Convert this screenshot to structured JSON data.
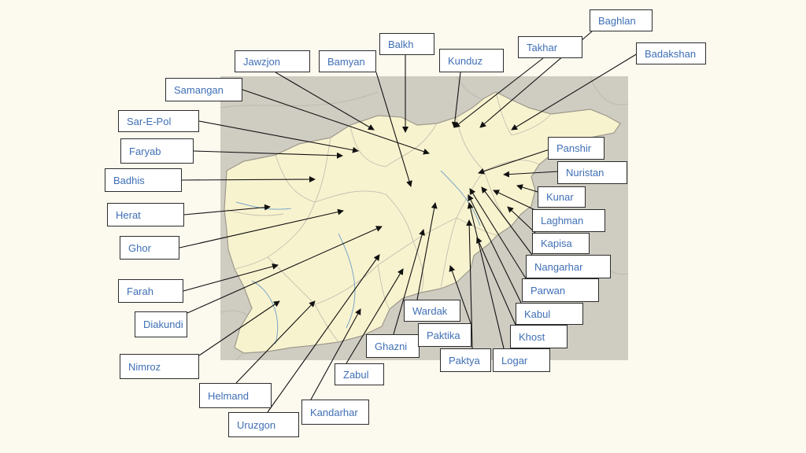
{
  "map": {
    "colors": {
      "background": "#fcf9ef",
      "surround": "#cfccc2",
      "country": "#f8f3cf",
      "borders": "#b7b3a6",
      "rivers": "#7aa7c7",
      "label_text": "#3f6fb5"
    },
    "provinces": [
      {
        "id": "baghlan",
        "label": "Baghlan"
      },
      {
        "id": "badakshan",
        "label": "Badakshan"
      },
      {
        "id": "takhar",
        "label": "Takhar"
      },
      {
        "id": "balkh",
        "label": "Balkh"
      },
      {
        "id": "kunduz",
        "label": "Kunduz"
      },
      {
        "id": "jawzjon",
        "label": "Jawzjon"
      },
      {
        "id": "bamyan",
        "label": "Bamyan"
      },
      {
        "id": "samangan",
        "label": "Samangan"
      },
      {
        "id": "sar-e-pol",
        "label": "Sar-E-Pol"
      },
      {
        "id": "faryab",
        "label": "Faryab"
      },
      {
        "id": "badhis",
        "label": "Badhis"
      },
      {
        "id": "herat",
        "label": "Herat"
      },
      {
        "id": "ghor",
        "label": "Ghor"
      },
      {
        "id": "farah",
        "label": "Farah"
      },
      {
        "id": "diakundi",
        "label": "Diakundi"
      },
      {
        "id": "nimroz",
        "label": "Nimroz"
      },
      {
        "id": "helmand",
        "label": "Helmand"
      },
      {
        "id": "uruzgon",
        "label": "Uruzgon"
      },
      {
        "id": "kandarhar",
        "label": "Kandarhar"
      },
      {
        "id": "zabul",
        "label": "Zabul"
      },
      {
        "id": "ghazni",
        "label": "Ghazni"
      },
      {
        "id": "paktika",
        "label": "Paktika"
      },
      {
        "id": "wardak",
        "label": "Wardak"
      },
      {
        "id": "paktya",
        "label": "Paktya"
      },
      {
        "id": "logar",
        "label": "Logar"
      },
      {
        "id": "khost",
        "label": "Khost"
      },
      {
        "id": "kabul",
        "label": "Kabul"
      },
      {
        "id": "parwan",
        "label": "Parwan"
      },
      {
        "id": "nangarhar",
        "label": "Nangarhar"
      },
      {
        "id": "kapisa",
        "label": "Kapisa"
      },
      {
        "id": "laghman",
        "label": "Laghman"
      },
      {
        "id": "kunar",
        "label": "Kunar"
      },
      {
        "id": "nuristan",
        "label": "Nuristan"
      },
      {
        "id": "panshir",
        "label": "Panshir"
      }
    ]
  }
}
